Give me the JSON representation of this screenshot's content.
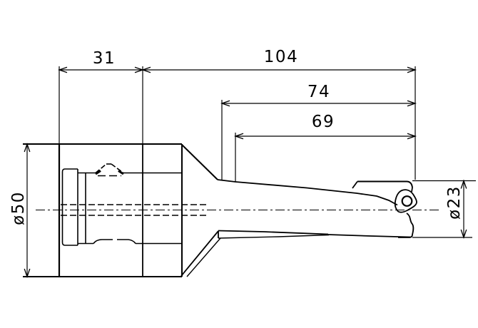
{
  "drawing": {
    "background_color": "#ffffff",
    "line_color": "#000000",
    "dimensions": {
      "shank_length": "31",
      "body_length": "104",
      "flute_length": "74",
      "usable_length": "69",
      "shank_diameter": "ø50",
      "cutting_diameter": "ø23"
    }
  }
}
